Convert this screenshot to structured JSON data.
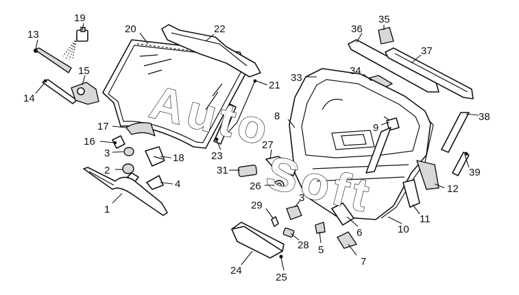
{
  "watermark": {
    "line1": "Auto",
    "line2": "Soft"
  },
  "callouts": {
    "c1": "1",
    "c2": "2",
    "c3a": "3",
    "c3b": "3",
    "c4": "4",
    "c5": "5",
    "c6": "6",
    "c7": "7",
    "c8": "8",
    "c9": "9",
    "c10": "10",
    "c11": "11",
    "c12": "12",
    "c13": "13",
    "c14": "14",
    "c15": "15",
    "c16": "16",
    "c17": "17",
    "c18": "18",
    "c19": "19",
    "c20": "20",
    "c21": "21",
    "c22": "22",
    "c23": "23",
    "c24": "24",
    "c25": "25",
    "c26": "26",
    "c27": "27",
    "c28": "28",
    "c29": "29",
    "c31": "31",
    "c33": "33",
    "c34": "34",
    "c35": "35",
    "c36": "36",
    "c37": "37",
    "c38": "38",
    "c39": "39"
  }
}
